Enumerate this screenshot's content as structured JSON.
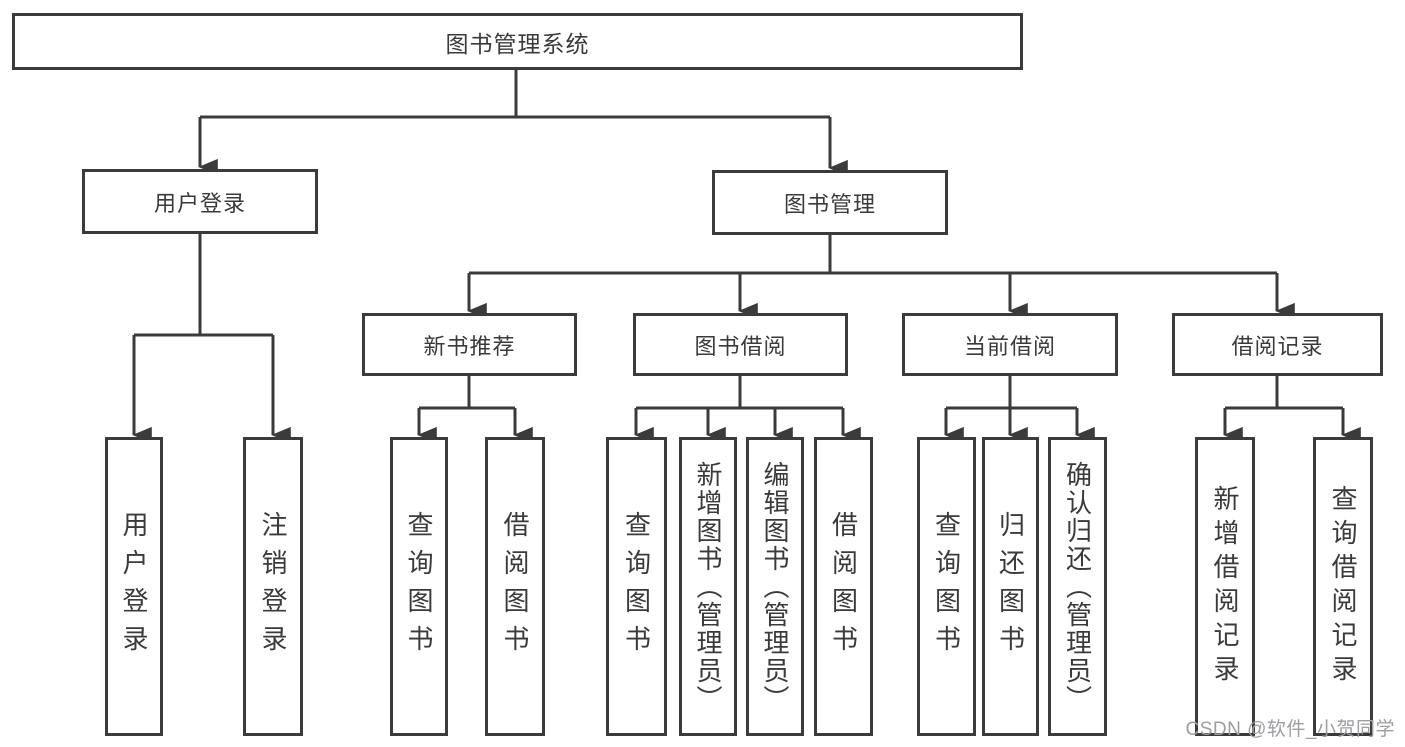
{
  "diagram": {
    "root": {
      "label": "图书管理系统"
    },
    "level2": [
      {
        "label": "用户登录"
      },
      {
        "label": "图书管理"
      }
    ],
    "level3": [
      {
        "label": "新书推荐"
      },
      {
        "label": "图书借阅"
      },
      {
        "label": "当前借阅"
      },
      {
        "label": "借阅记录"
      }
    ],
    "leaves": {
      "user_login": [
        {
          "label": "用户登录"
        },
        {
          "label": "注销登录"
        }
      ],
      "new_book": [
        {
          "label": "查询图书"
        },
        {
          "label": "借阅图书"
        }
      ],
      "book_borrow": [
        {
          "label": "查询图书"
        },
        {
          "label": "新增图书（管理员）"
        },
        {
          "label": "编辑图书（管理员）"
        },
        {
          "label": "借阅图书"
        }
      ],
      "current_borrow": [
        {
          "label": "查询图书"
        },
        {
          "label": "归还图书"
        },
        {
          "label": "确认归还（管理员）"
        }
      ],
      "borrow_record": [
        {
          "label": "新增借阅记录"
        },
        {
          "label": "查询借阅记录"
        }
      ]
    }
  },
  "watermark": {
    "text": "CSDN @软件_小贺同学"
  },
  "colors": {
    "line": "#3b3b3b",
    "text": "#3a3a3a",
    "watermark": "#9e9ea2",
    "background": "#ffffff"
  }
}
